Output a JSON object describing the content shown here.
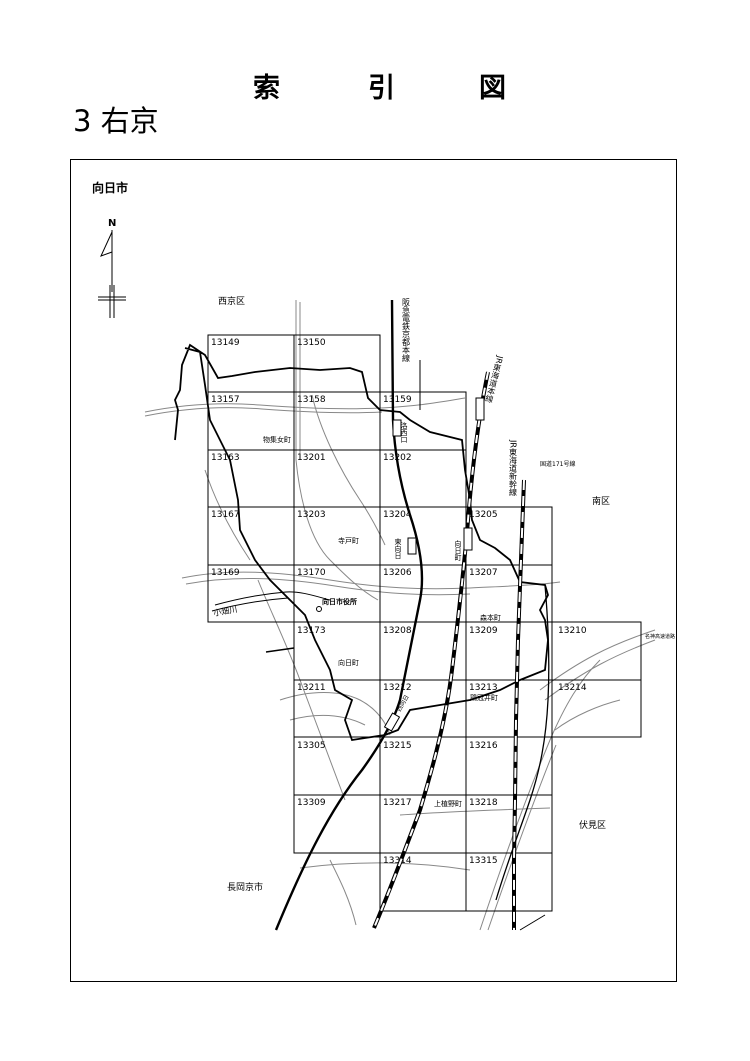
{
  "header": {
    "title_chars": [
      "索",
      "引",
      "図"
    ],
    "subtitle": "3 右京"
  },
  "map": {
    "city_label": "向日市",
    "north_label": "N",
    "tiles": [
      "13149",
      "13150",
      "13157",
      "13158",
      "13159",
      "13163",
      "13201",
      "13202",
      "13167",
      "13203",
      "13204",
      "13205",
      "13169",
      "13170",
      "13206",
      "13207",
      "13173",
      "13208",
      "13209",
      "13210",
      "13211",
      "13212",
      "13213",
      "13214",
      "13305",
      "13215",
      "13216",
      "13309",
      "13217",
      "13218",
      "13314",
      "13315"
    ],
    "places": {
      "nishikyo": "西京区",
      "minami": "南区",
      "fushimi": "伏見区",
      "nagaokakyo": "長岡京市",
      "monoshume": "物集女町",
      "terado": "寺戸町",
      "cityhall": "向日市役所",
      "muko_machi": "向日町",
      "morimoto": "森本町",
      "kaidei": "鶏冠井町",
      "kamiueno": "上植野町",
      "koizumi_river": "小畑川",
      "higashimuko": "東向日",
      "saiin": "洛西口",
      "mukomachi_st": "向日町",
      "nishimuko": "西向日"
    },
    "rail_labels": {
      "hankyu": "阪急電鉄京都本線",
      "jr_tokaido": "JR東海道本線",
      "jr_shinkansen": "JR東海道新幹線",
      "route171": "国道171号線",
      "meishin": "名神高速道路"
    }
  }
}
